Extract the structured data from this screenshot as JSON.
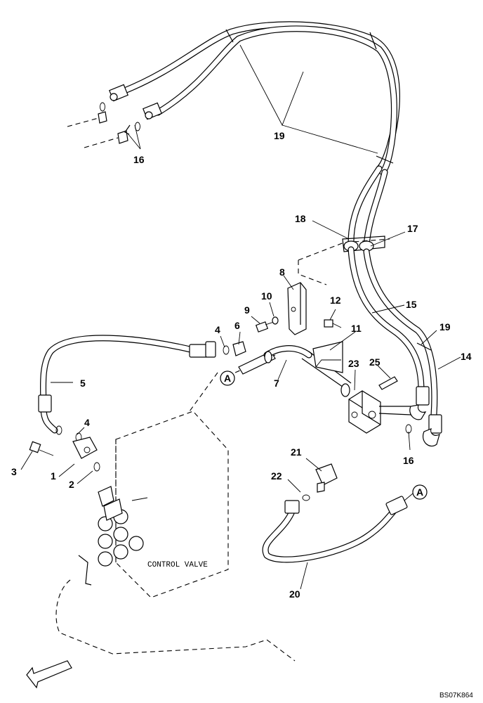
{
  "labels": {
    "control_valve": "CONTROL VALVE",
    "connector": "A",
    "drawing_code": "BS07K864"
  },
  "callouts": {
    "c1": "1",
    "c2": "2",
    "c3": "3",
    "c4a": "4",
    "c4b": "4",
    "c5": "5",
    "c6": "6",
    "c7": "7",
    "c8": "8",
    "c9": "9",
    "c10": "10",
    "c11": "11",
    "c12": "12",
    "c14": "14",
    "c15": "15",
    "c16a": "16",
    "c16b": "16",
    "c17": "17",
    "c18": "18",
    "c19a": "19",
    "c19b": "19",
    "c20": "20",
    "c21": "21",
    "c22": "22",
    "c23": "23",
    "c25": "25"
  }
}
